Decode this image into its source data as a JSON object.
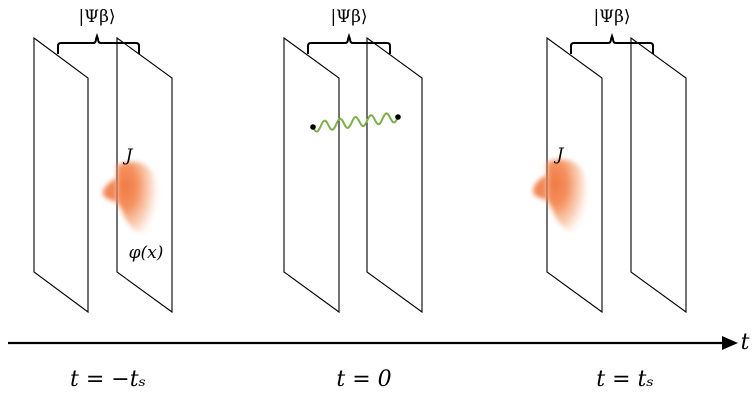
{
  "panels": [
    {
      "state_label": "|Ψβ⟩",
      "time_label": "t = −tₛ",
      "source_label": "J",
      "field_label": "φ(x)",
      "blob": true,
      "wave": false
    },
    {
      "state_label": "|Ψβ⟩",
      "time_label": "t = 0",
      "source_label": "",
      "field_label": "",
      "blob": false,
      "wave": true
    },
    {
      "state_label": "|Ψβ⟩",
      "time_label": "t = tₛ",
      "source_label": "J",
      "field_label": "",
      "blob": true,
      "wave": false
    }
  ],
  "axis": {
    "label": "t"
  },
  "colors": {
    "blob": "#f07a45",
    "wave": "#7cb04a",
    "line": "#000000"
  }
}
